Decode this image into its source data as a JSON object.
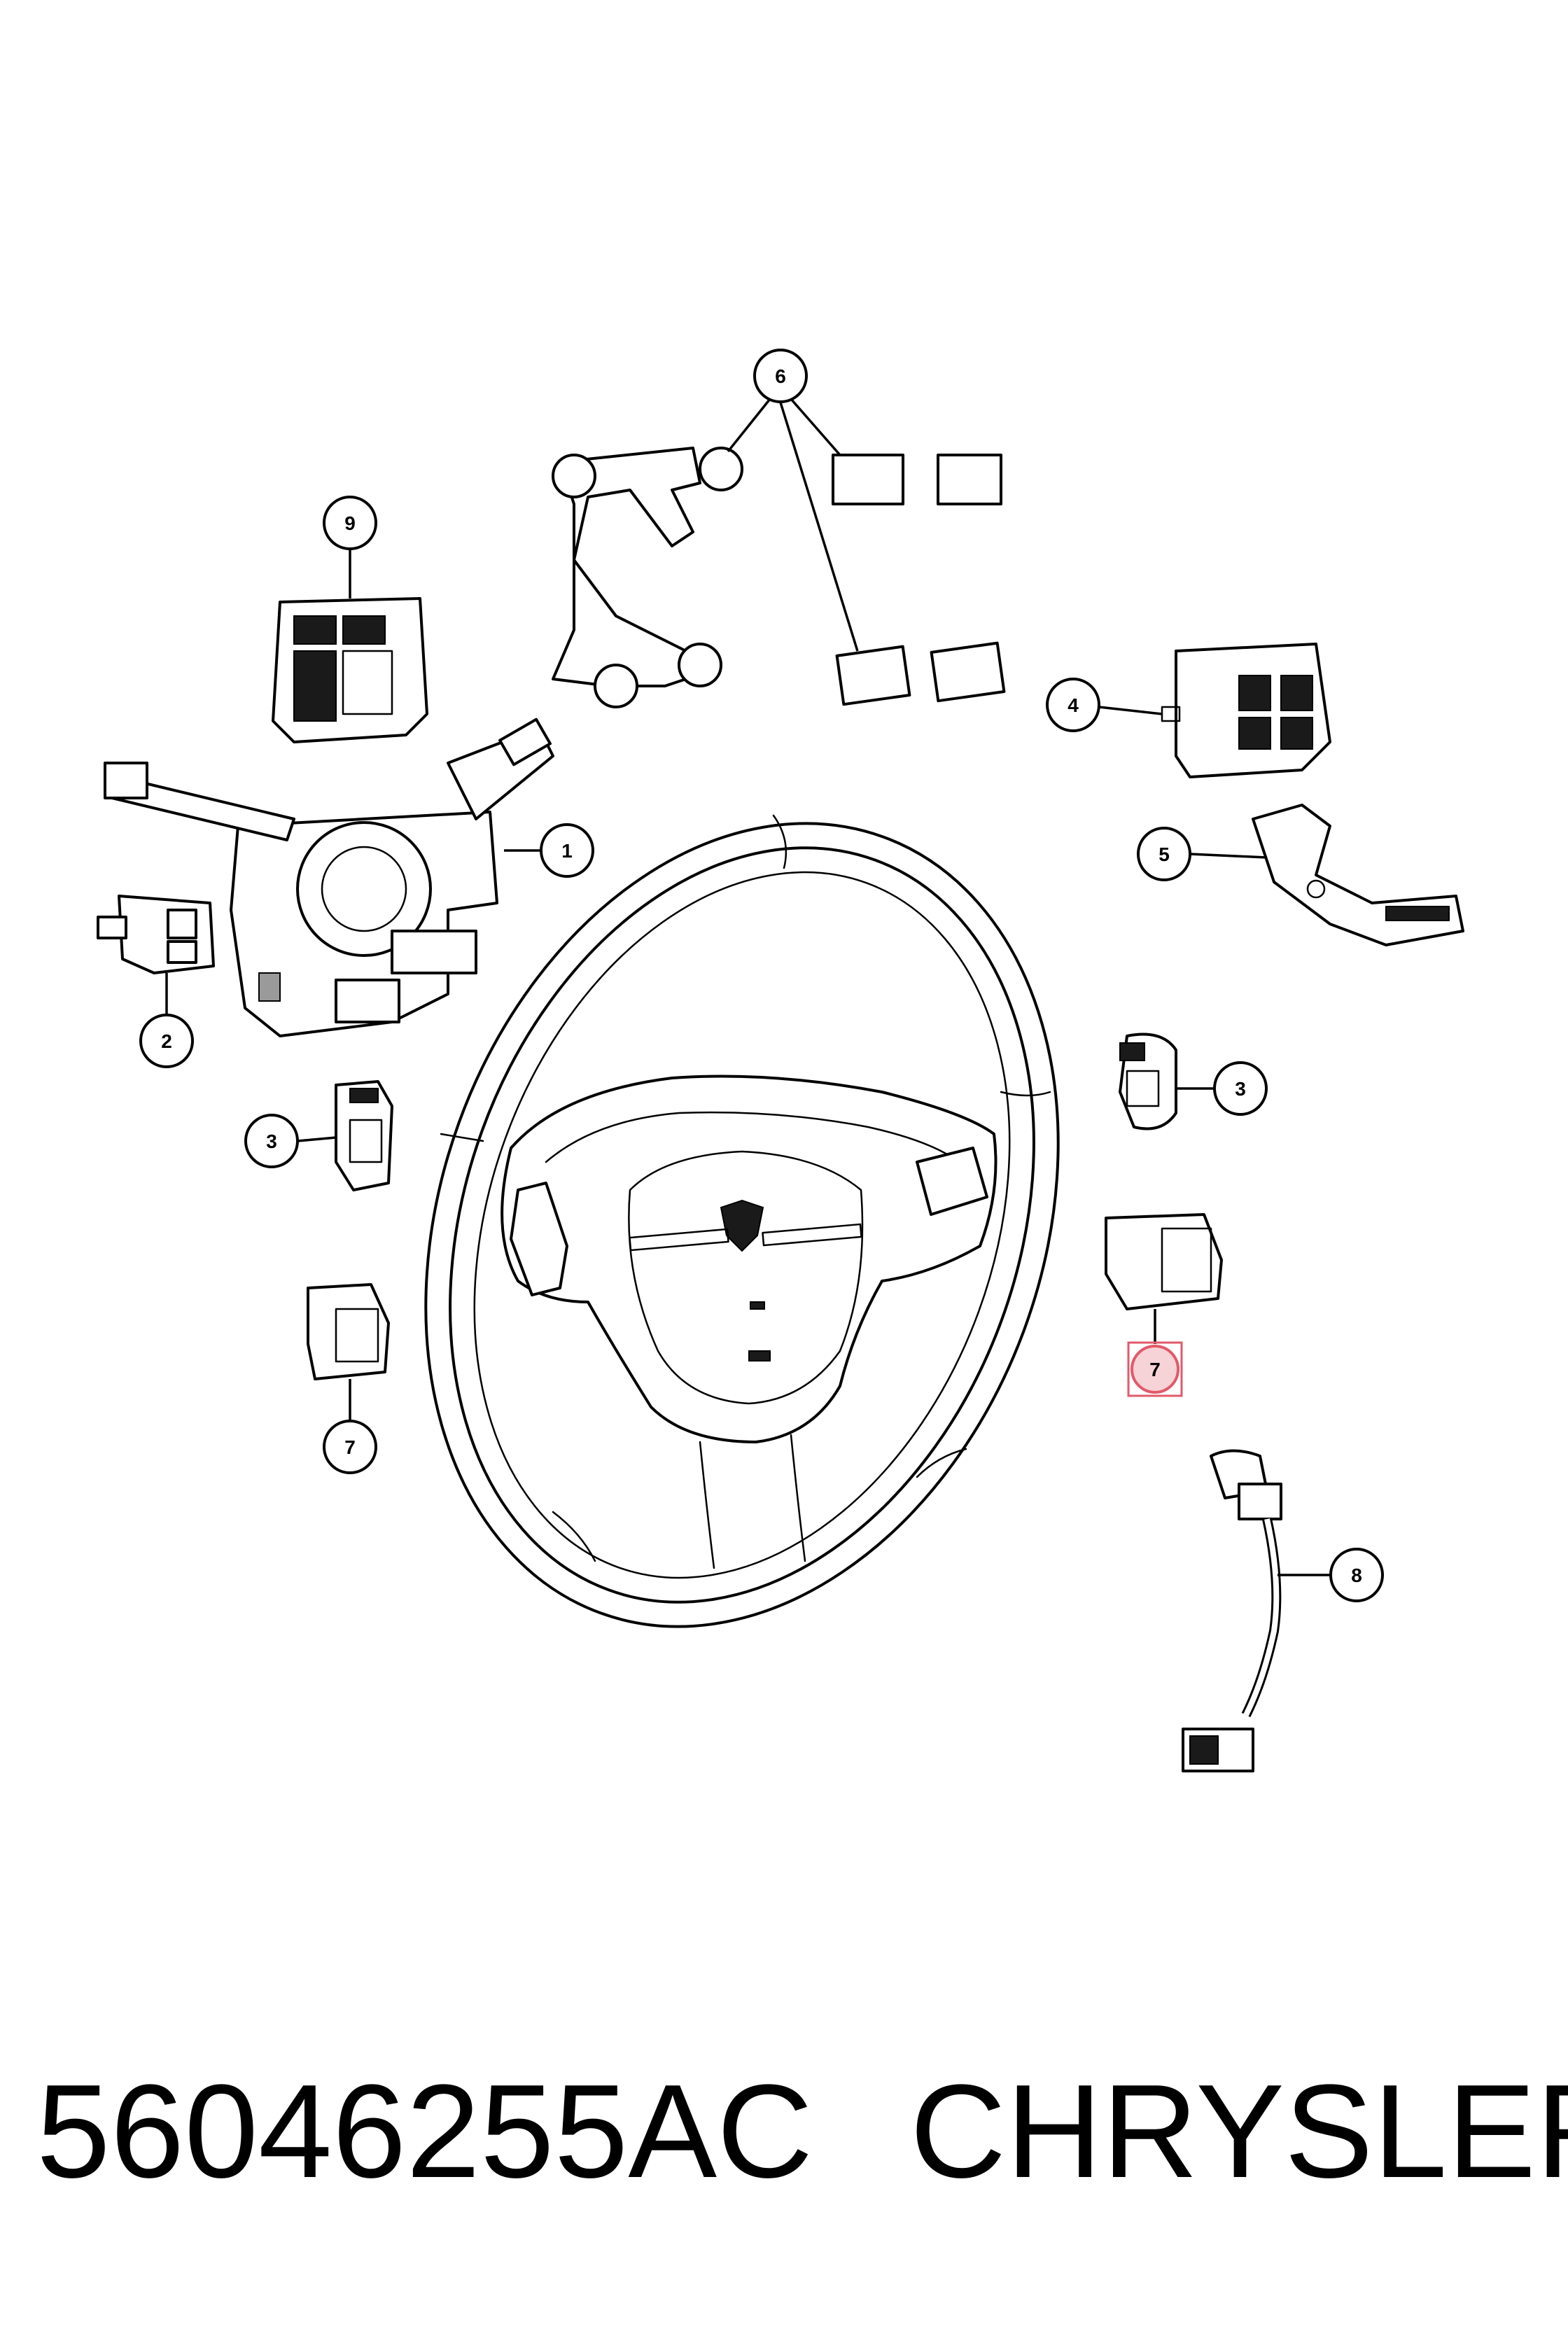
{
  "caption": {
    "part_number": "56046255AC",
    "manufacturer": "CHRYSLER"
  },
  "callouts": [
    {
      "id": "callout-1",
      "label": "1"
    },
    {
      "id": "callout-2",
      "label": "2"
    },
    {
      "id": "callout-3-left",
      "label": "3"
    },
    {
      "id": "callout-3-right",
      "label": "3"
    },
    {
      "id": "callout-4",
      "label": "4"
    },
    {
      "id": "callout-5",
      "label": "5"
    },
    {
      "id": "callout-6",
      "label": "6"
    },
    {
      "id": "callout-7-left",
      "label": "7"
    },
    {
      "id": "callout-7-right",
      "label": "7",
      "highlighted": true
    },
    {
      "id": "callout-8",
      "label": "8"
    },
    {
      "id": "callout-9",
      "label": "9"
    }
  ],
  "colors": {
    "line": "#000000",
    "highlight_fill": "#f6d3d6",
    "highlight_stroke": "#e25a6a",
    "background": "#ffffff"
  }
}
